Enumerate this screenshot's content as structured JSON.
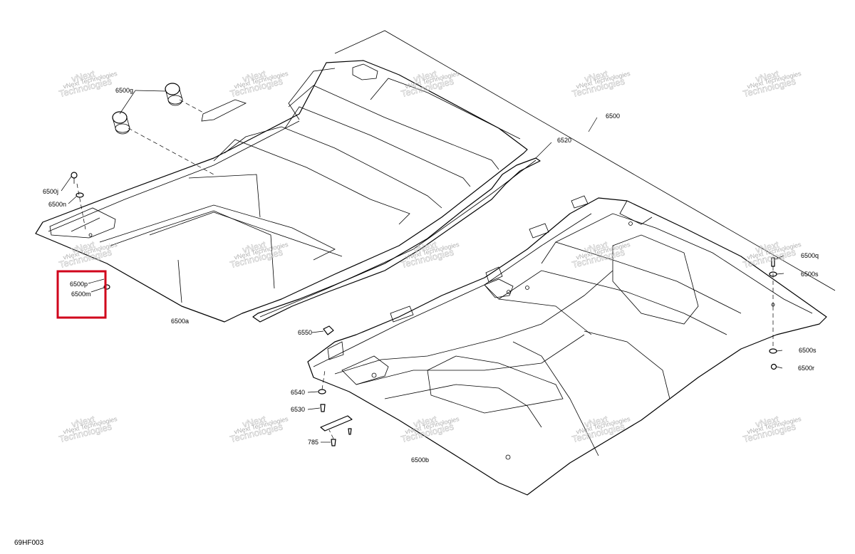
{
  "diagram": {
    "reference_code": "69HF003",
    "watermark": [
      "vNext",
      "Technologies"
    ],
    "highlight_color": "#d0021b",
    "labels": {
      "l6500": "6500",
      "l6500g": "6500g",
      "l6520": "6520",
      "l6500j": "6500j",
      "l6500n": "6500n",
      "l6500p": "6500p",
      "l6500m": "6500m",
      "l6500a": "6500a",
      "l6500q": "6500q",
      "l6500s1": "6500s",
      "l6500s2": "6500s",
      "l6500r": "6500r",
      "l6550": "6550",
      "l6540": "6540",
      "l6530": "6530",
      "l785": "785",
      "l6500b": "6500b"
    }
  }
}
